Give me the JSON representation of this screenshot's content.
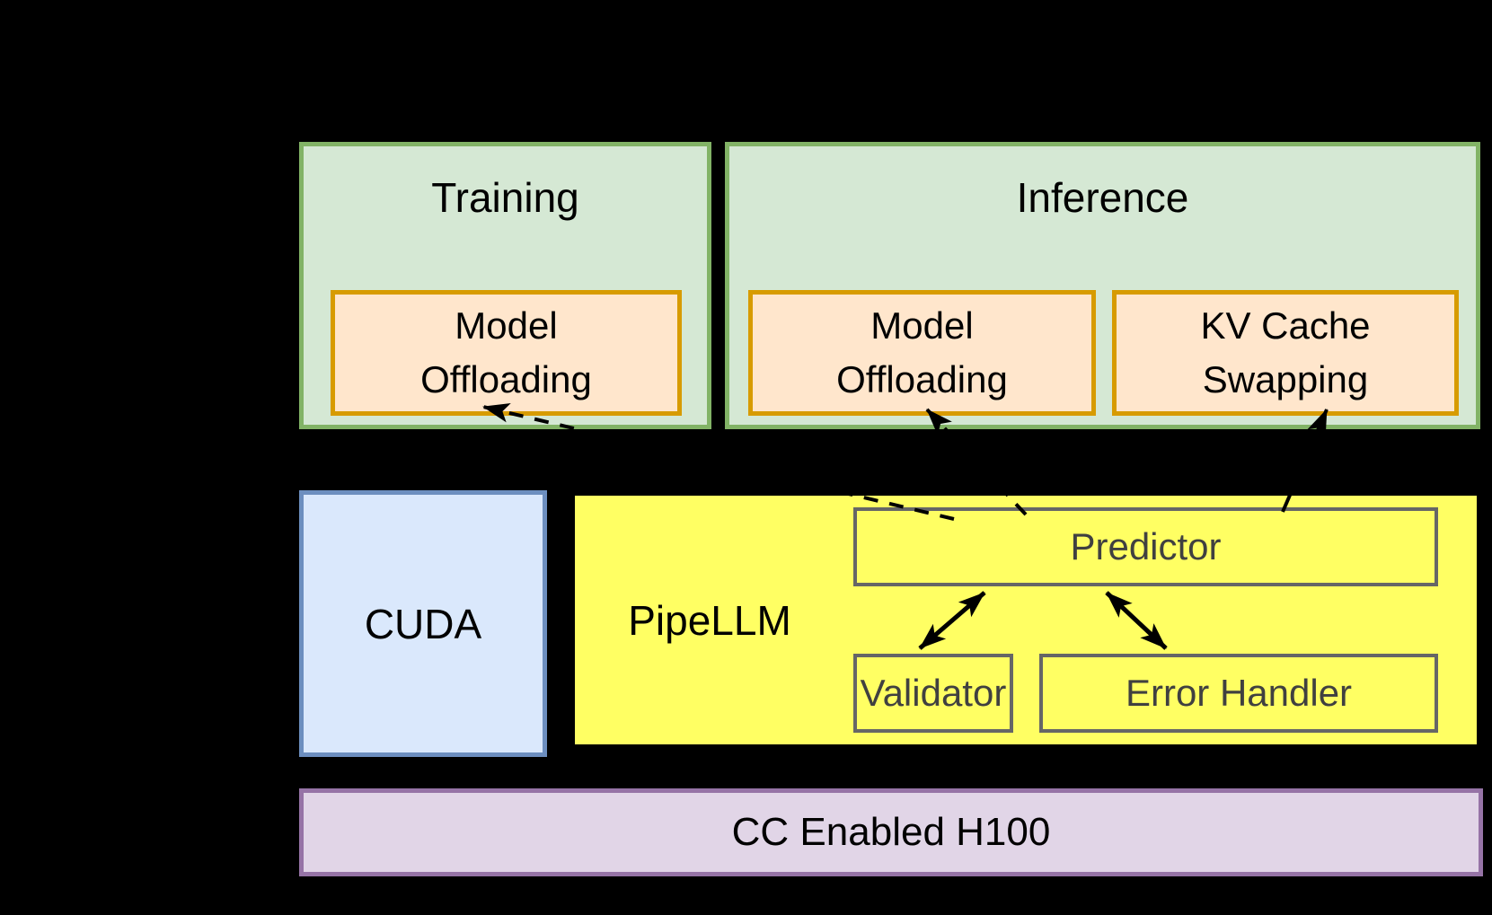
{
  "diagram": {
    "training": {
      "title": "Training",
      "model_offloading": {
        "line1": "Model",
        "line2": "Offloading"
      }
    },
    "inference": {
      "title": "Inference",
      "model_offloading": {
        "line1": "Model",
        "line2": "Offloading"
      },
      "kv_cache_swapping": {
        "line1": "KV Cache",
        "line2": "Swapping"
      }
    },
    "cuda": {
      "label": "CUDA"
    },
    "pipellm": {
      "label": "PipeLLM",
      "predictor": "Predictor",
      "validator": "Validator",
      "error_handler": "Error Handler"
    },
    "hardware": {
      "label": "CC Enabled H100"
    }
  },
  "colors": {
    "green_fill": "#d5e8d4",
    "green_border": "#82b366",
    "orange_fill": "#ffe6cc",
    "orange_border": "#d79b00",
    "blue_fill": "#dae8fc",
    "blue_border": "#6c8ebf",
    "yellow_fill": "#ffff63",
    "gray_border": "#666666",
    "purple_fill": "#e1d5e7",
    "purple_border": "#9673a6",
    "bg": "#000000",
    "arrow": "#000000",
    "inner_text": "#404040",
    "text": "#000000"
  }
}
